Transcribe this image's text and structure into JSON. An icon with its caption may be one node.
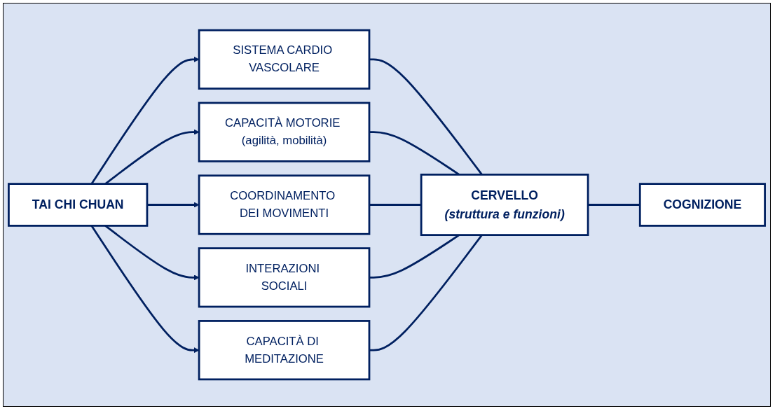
{
  "diagram": {
    "nodes": [
      {
        "text": [
          "TAI CHI CHUAN"
        ]
      },
      {
        "text": [
          "SISTEMA CARDIO VASCOLARE"
        ]
      },
      {
        "text": [
          "CAPACITÀ MOTORIE (agilità, mobilità)"
        ]
      },
      {
        "text": [
          "COORDINAMENTO DEI MOVIMENTI"
        ]
      },
      {
        "text": [
          "INTERAZIONI SOCIALI"
        ]
      },
      {
        "text": [
          "CAPACITÀ DI MEDITAZIONE"
        ]
      },
      {
        "text": [
          "CERVELLO",
          "(struttura e funzioni)"
        ]
      },
      {
        "text": [
          "COGNIZIONE"
        ]
      }
    ],
    "edges": [
      {
        "from": 0,
        "to": 1,
        "arrow": "to"
      },
      {
        "from": 0,
        "to": 2,
        "arrow": "to"
      },
      {
        "from": 0,
        "to": 3,
        "arrow": "to"
      },
      {
        "from": 0,
        "to": 4,
        "arrow": "to"
      },
      {
        "from": 0,
        "to": 5,
        "arrow": "to"
      },
      {
        "from": 1,
        "to": 6,
        "arrow": "none"
      },
      {
        "from": 2,
        "to": 6,
        "arrow": "none"
      },
      {
        "from": 3,
        "to": 6,
        "arrow": "none"
      },
      {
        "from": 4,
        "to": 6,
        "arrow": "none"
      },
      {
        "from": 5,
        "to": 6,
        "arrow": "none"
      },
      {
        "from": 6,
        "to": 7,
        "arrow": "none"
      }
    ]
  }
}
